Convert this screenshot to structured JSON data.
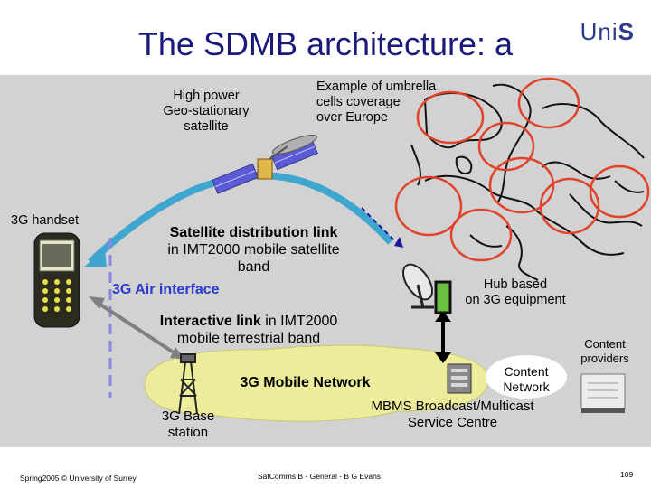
{
  "slide": {
    "title": "The SDMB architecture: a",
    "logo": {
      "prefix": "Uni",
      "suffix": "S"
    }
  },
  "labels": {
    "satellite": [
      "High power",
      "Geo-stationary",
      "satellite"
    ],
    "umbrella": [
      "Example of umbrella",
      "cells coverage",
      "over Europe"
    ],
    "handset": "3G handset",
    "distribution_bold": "Satellite distribution link",
    "distribution_rest": [
      "in IMT2000 mobile satellite",
      "band"
    ],
    "air_interface": "3G Air interface",
    "hub": [
      "Hub based",
      "on 3G equipment"
    ],
    "interactive_bold": "Interactive link",
    "interactive_rest": [
      " in IMT2000",
      "mobile terrestrial band"
    ],
    "content_providers": [
      "Content",
      "providers"
    ],
    "content_network": [
      "Content",
      "Network"
    ],
    "mobile_network": "3G Mobile Network",
    "bmsc": [
      "MBMS Broadcast/Multicast",
      "Service Centre"
    ],
    "base_station": [
      "3G Base",
      "station"
    ]
  },
  "footer": {
    "left": "Spring2005 © University of Surrey",
    "center": "SatComms B - General - B G Evans",
    "page": "109"
  },
  "colors": {
    "title": "#1a1a7a",
    "panel": "#d2d2d2",
    "arc": "#3fa6cf",
    "air_interface": "#2a3acf",
    "coverage_circles": "#e0422a",
    "mobile_network_cloud": "#ecec9a"
  },
  "icons": [
    "satellite-icon",
    "handset-icon",
    "dish-antenna-icon",
    "hub-equipment-icon",
    "tower-icon",
    "server-icon",
    "rack-equipment-icon"
  ]
}
